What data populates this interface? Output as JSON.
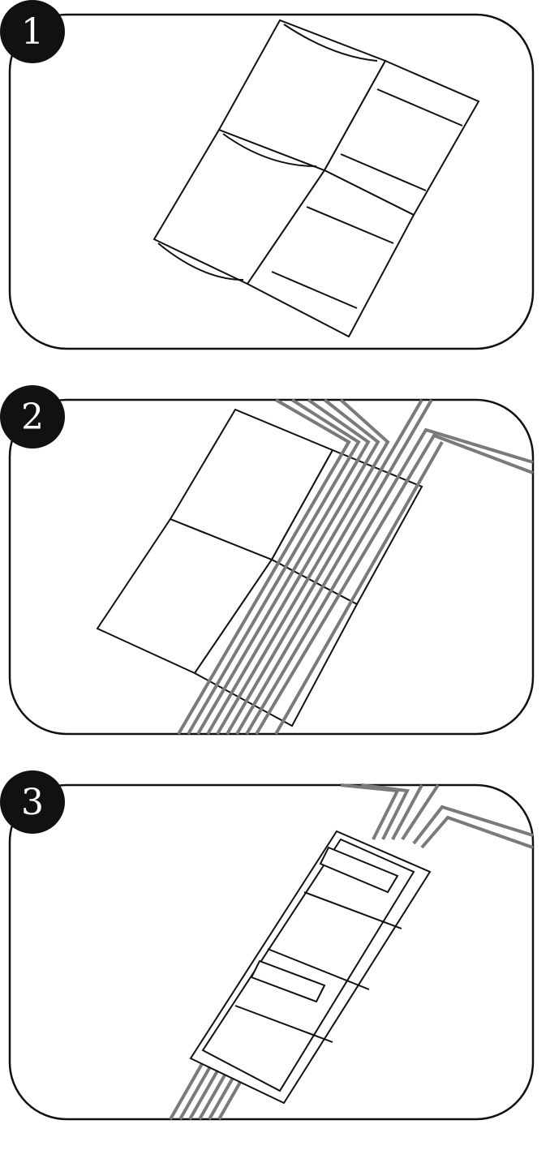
{
  "steps": [
    {
      "number": "1"
    },
    {
      "number": "2"
    },
    {
      "number": "3"
    }
  ],
  "colors": {
    "outline": "#111111",
    "cable": "#7a7a7a",
    "badge": "#111111"
  }
}
